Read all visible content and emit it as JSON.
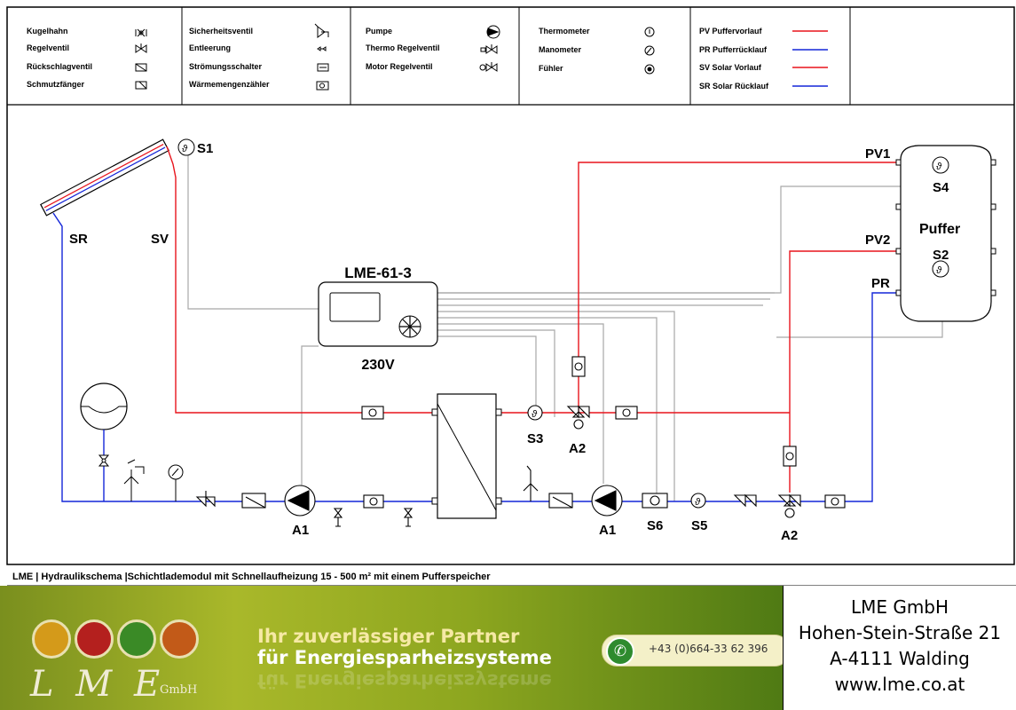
{
  "legend": {
    "col1": [
      "Kugelhahn",
      "Regelventil",
      "Rückschlagventil",
      "Schmutzfänger"
    ],
    "col2": [
      "Sicherheitsventil",
      "Entleerung",
      "Strömungsschalter",
      "Wärmemengenzähler"
    ],
    "col3": [
      "Pumpe",
      "Thermo Regelventil",
      "Motor Regelventil"
    ],
    "col4": [
      "Thermometer",
      "Manometer",
      "Fühler"
    ],
    "col5": [
      "PV Puffervorlauf",
      "PR Pufferrücklauf",
      "SV Solar Vorlauf",
      "SR Solar Rücklauf"
    ]
  },
  "colors": {
    "flow": "#e8141c",
    "return": "#1426d8",
    "sensor": "#a0a0a0",
    "frame": "#000000"
  },
  "labels": {
    "s1": "S1",
    "sr": "SR",
    "sv": "SV",
    "controller": "LME-61-3",
    "voltage": "230V",
    "pv1": "PV1",
    "pv2": "PV2",
    "pr": "PR",
    "s4": "S4",
    "s2": "S2",
    "tank": "Puffer",
    "s3": "S3",
    "a2_top": "A2",
    "a1_left": "A1",
    "a1_right": "A1",
    "s6": "S6",
    "s5": "S5",
    "a2_bottom": "A2"
  },
  "footer_caption": "LME | Hydraulikschema |Schichtlademodul mit Schnellaufheizung 15 - 500 m² mit einem Pufferspeicher",
  "banner": {
    "logo_text": "L M E",
    "logo_suffix": "GmbH",
    "slogan_line1": "Ihr zuverlässiger Partner",
    "slogan_line2": "für Energiesparheizsysteme",
    "phone": "+43 (0)664-33 62 396"
  },
  "address": {
    "company": "LME GmbH",
    "street": "Hohen-Stein-Straße 21",
    "city": "A-4111 Walding",
    "web": "www.lme.co.at"
  }
}
